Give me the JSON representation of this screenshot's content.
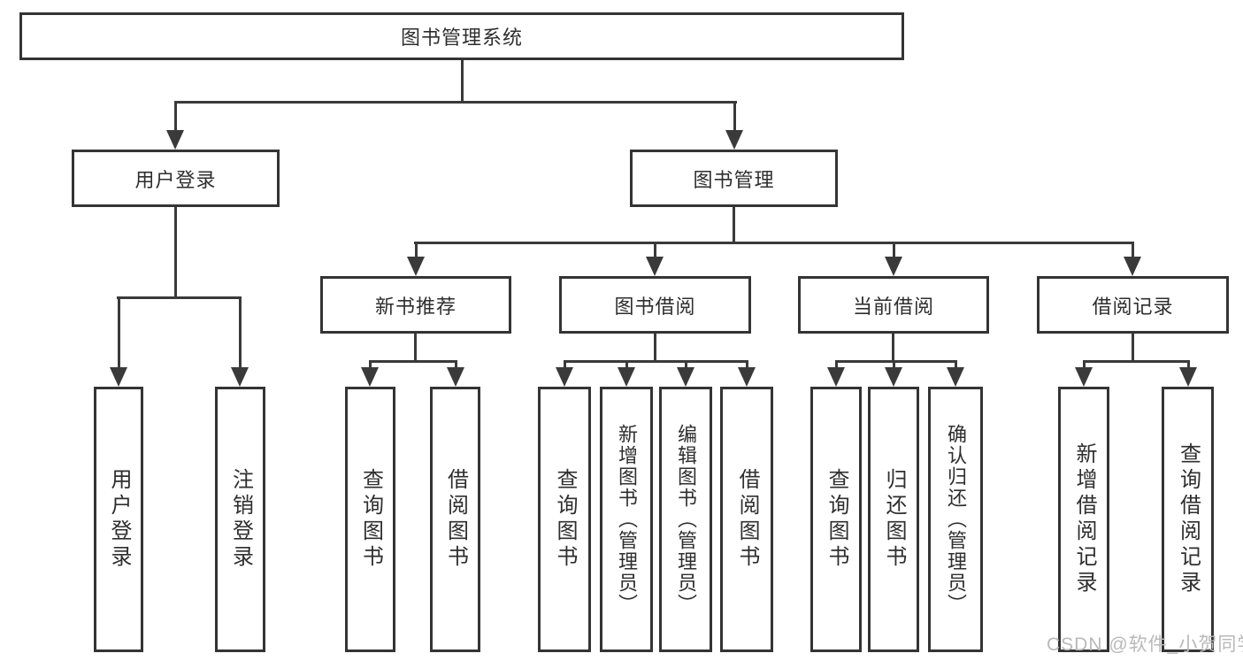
{
  "diagram_type": "hierarchy-tree",
  "colors": {
    "line": "#3a3a3a",
    "text": "#2e2e2e",
    "background": "#ffffff",
    "watermark": "#b9b9b9"
  },
  "tree": {
    "root": "图书管理系统",
    "branches": [
      {
        "label": "用户登录",
        "children": [
          "用户登录",
          "注销登录"
        ]
      },
      {
        "label": "图书管理",
        "children": [
          {
            "label": "新书推荐",
            "children": [
              "查询图书",
              "借阅图书"
            ]
          },
          {
            "label": "图书借阅",
            "children": [
              "查询图书",
              "新增图书（管理员）",
              "编辑图书（管理员）",
              "借阅图书"
            ]
          },
          {
            "label": "当前借阅",
            "children": [
              "查询图书",
              "归还图书",
              "确认归还（管理员）"
            ]
          },
          {
            "label": "借阅记录",
            "children": [
              "新增借阅记录",
              "查询借阅记录"
            ]
          }
        ]
      }
    ]
  },
  "watermark": "CSDN @软件_小贺同学"
}
